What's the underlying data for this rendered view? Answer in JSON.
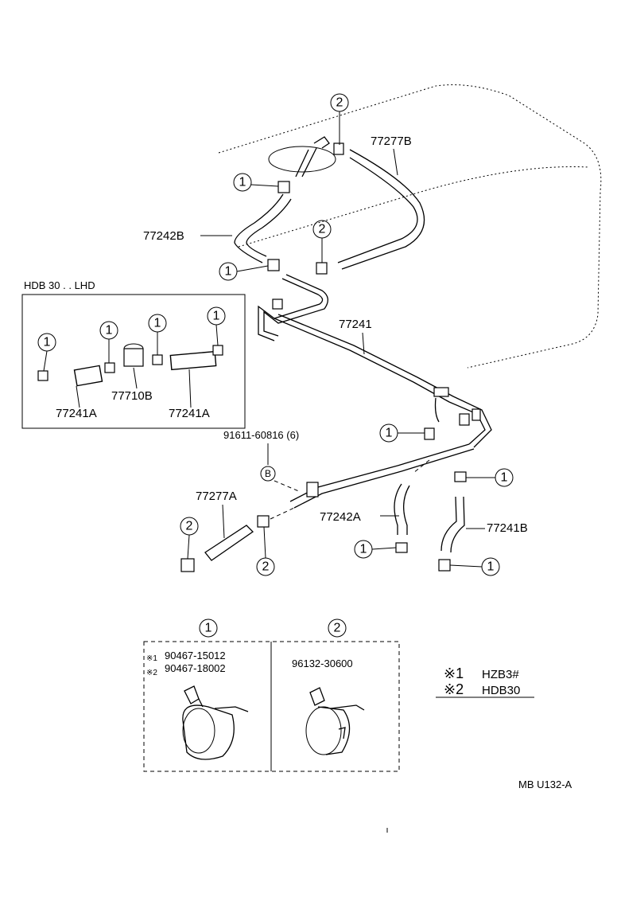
{
  "inset": {
    "title": "HDB 30 . . LHD"
  },
  "parts": {
    "p77277B": "77277B",
    "p77242B": "77242B",
    "p77241": "77241",
    "p77710B": "77710B",
    "p77241A": "77241A",
    "p91611": "91611-60816 (6)",
    "p77277A": "77277A",
    "p77242A": "77242A",
    "p77241B": "77241B"
  },
  "callouts": {
    "one": "1",
    "two": "2",
    "bolt": "B"
  },
  "legend_box": {
    "col1_marks": [
      "※1",
      "※2"
    ],
    "col1_parts": [
      "90467-15012",
      "90467-18002"
    ],
    "col2_part": "96132-30600"
  },
  "notes": [
    {
      "mark": "※1",
      "text": "HZB3#"
    },
    {
      "mark": "※2",
      "text": "HDB30"
    }
  ],
  "ref_code": "MB U132-A"
}
